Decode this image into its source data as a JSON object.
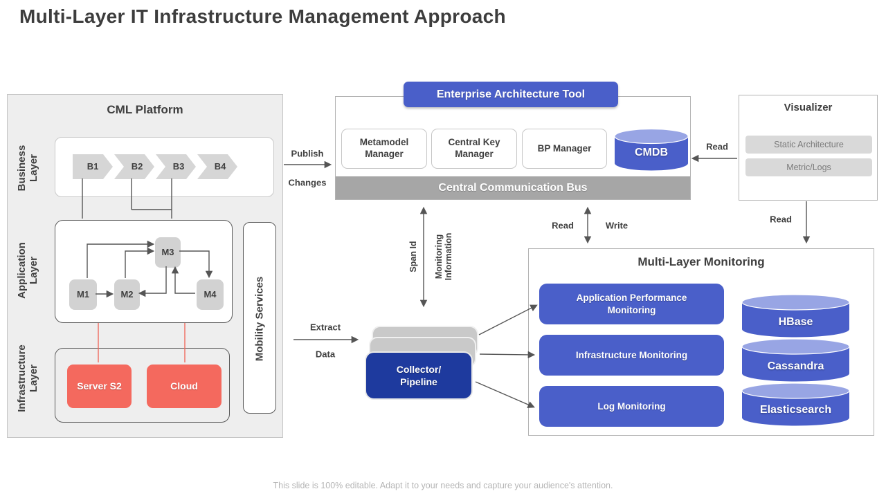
{
  "slide": {
    "title": "Multi-Layer IT Infrastructure Management Approach",
    "footer": "This slide is 100% editable. Adapt it to your needs and capture your audience's attention."
  },
  "colors": {
    "accent_blue": "#4a5fc9",
    "dark_blue": "#1e3a9e",
    "cylinder_top_blue": "#98a5e4",
    "salmon_red": "#f4695e",
    "chip_gray": "#d6d6d6",
    "bus_gray": "#a6a6a6",
    "line_gray": "#555555"
  },
  "cml": {
    "title": "CML Platform",
    "layers": [
      "Business Layer",
      "Application Layer",
      "Infrastructure Layer"
    ],
    "business_items": [
      "B1",
      "B2",
      "B3",
      "B4"
    ],
    "application_items": [
      "M1",
      "M2",
      "M3",
      "M4"
    ],
    "infrastructure_items": [
      "Server S2",
      "Cloud"
    ],
    "mobility": "Mobility Services"
  },
  "ea_tool": {
    "banner": "Enterprise Architecture Tool",
    "managers": [
      "Metamodel Manager",
      "Central Key Manager",
      "BP Manager"
    ],
    "cmdb": "CMDB",
    "bus": "Central Communication Bus"
  },
  "visualizer": {
    "title": "Visualizer",
    "items": [
      "Static Architecture",
      "Metric/Logs"
    ]
  },
  "monitoring": {
    "title": "Multi-Layer Monitoring",
    "boxes": [
      "Application Performance Monitoring",
      "Infrastructure Monitoring",
      "Log Monitoring"
    ],
    "databases": [
      "HBase",
      "Cassandra",
      "Elasticsearch"
    ]
  },
  "collector": {
    "line1": "Collector/",
    "line2": "Pipeline"
  },
  "labels": {
    "publish": "Publish",
    "changes": "Changes",
    "span_id": "Span Id",
    "monitoring_info": "Monitoring Information",
    "read": "Read",
    "write": "Write",
    "extract": "Extract",
    "data": "Data"
  }
}
